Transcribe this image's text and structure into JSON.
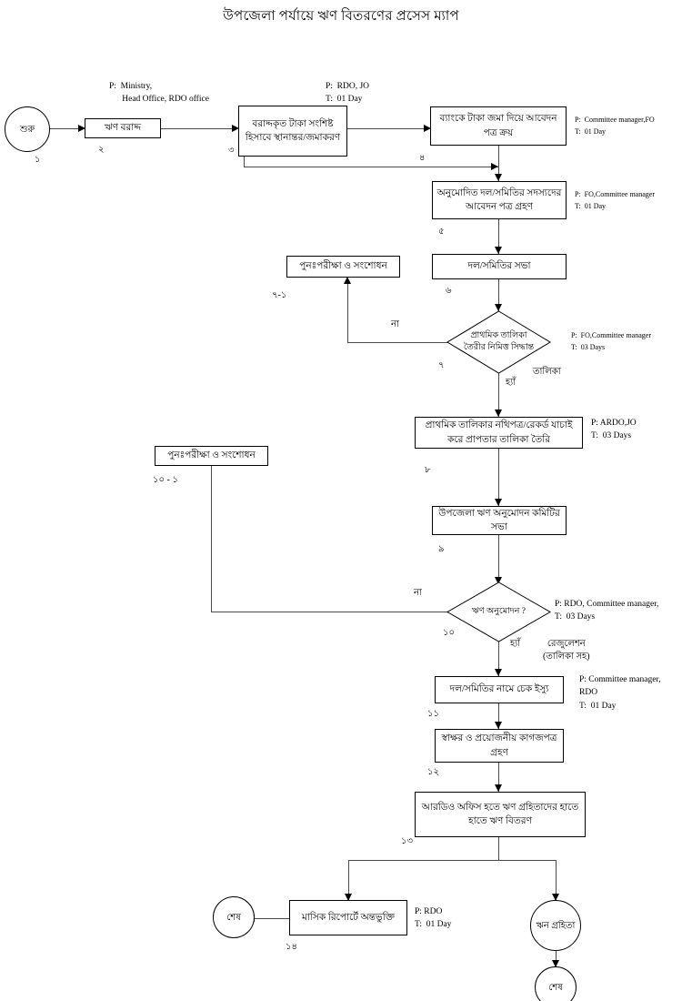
{
  "title": "উপজেলা পর্যায়ে ঋণ বিতরণের প্রসেস ম্যাপ",
  "nodes": {
    "start": {
      "label": "শুরু",
      "num": "১"
    },
    "box2": {
      "label": "ঋণ বরাদ্দ",
      "num": "২"
    },
    "box3": {
      "label": "বরাদ্দকৃত টাকা সংশিষ্ট হিসাবে স্থানান্তর/জমাকরণ",
      "num": "৩"
    },
    "box4": {
      "label": "ব্যাংকে টাকা জমা দিয়ে আবেদন পত্র ক্রয়",
      "num": "৪"
    },
    "box5": {
      "label": "অনুমোদিত দল/সমিতির সদস্যদের আবেদন পত্র গ্রহণ",
      "num": "৫"
    },
    "box6": {
      "label": "দল/সমিতির সভা",
      "num": "৬"
    },
    "box7_1": {
      "label": "পুনঃপরীক্ষা ও সংশোধন",
      "num": "৭-১"
    },
    "diamond7": {
      "label": "প্রাথমিক তালিকা তৈরীর নিমিত্ত সিদ্ধান্ত",
      "num": "৭"
    },
    "box8": {
      "label": "প্রাথমিক তালিকার নথিপত্র/রেকর্ড যাচাই করে প্রাপতার তালিকা তৈরি",
      "num": "৮"
    },
    "box9": {
      "label": "উপজেলা ঋণ অনুমোদন কমিটির সভা",
      "num": "৯"
    },
    "box10_1": {
      "label": "পুনঃপরীক্ষা ও সংশোধন",
      "num": "১০ - ১"
    },
    "diamond10": {
      "label": "ঋণ অনুমোদন ?",
      "num": "১০"
    },
    "box11": {
      "label": "দল/সমিতির নামে চেক ইস্যু",
      "num": "১১"
    },
    "box12": {
      "label": "স্বাক্ষর ও প্রয়োজনীয় কাগজপত্র গ্রহণ",
      "num": "১২"
    },
    "box13": {
      "label": "আরডিও অফিস হতে ঋণ  গ্রহিতাদের হাতে হাতে ঋণ  বিতরণ",
      "num": "১৩"
    },
    "box14": {
      "label": "মাসিক রিপোর্টে অন্তভুক্তি",
      "num": "১৪"
    },
    "end_left": {
      "label": "শেষ"
    },
    "borrower": {
      "label": "ঋন গ্রহিতা"
    },
    "end_bottom": {
      "label": "শেষ"
    }
  },
  "annotations": {
    "a2": "P:  Ministry,\n      Head Office, RDO office",
    "a3": "P:  RDO, JO\nT:  01 Day",
    "a4": "P:  Committee manager,FO\nT:  01 Day",
    "a5": "P:  FO,Committee manager\nT:  01 Day",
    "a7": "P:  FO,Committee manager\nT:  03 Days",
    "a8": "P: ARDO,JO\nT:  03 Days",
    "a10": "P: RDO, Committee manager,\nT:  03 Days",
    "a11": "P: Committee manager,\nRDO\nT:  01 Day",
    "a14": "P: RDO\nT:  01 Day"
  },
  "branch_labels": {
    "no7": "না",
    "yes7": "হ্যাঁ",
    "list7": "তালিকা",
    "no10": "না",
    "yes10": "হ্যাঁ",
    "resolution10": "রেজুলেশন\n(তালিকা সহ)"
  },
  "chart_data": {
    "type": "flowchart",
    "title": "উপজেলা পর্যায়ে ঋণ বিতরণের প্রসেস ম্যাপ",
    "steps": [
      {
        "id": "১",
        "shape": "terminator",
        "text": "শুরু"
      },
      {
        "id": "২",
        "shape": "process",
        "text": "ঋণ বরাদ্দ",
        "actor": "Ministry, Head Office, RDO office",
        "time": ""
      },
      {
        "id": "৩",
        "shape": "process",
        "text": "বরাদ্দকৃত টাকা সংশিষ্ট হিসাবে স্থানান্তর/জমাকরণ",
        "actor": "RDO, JO",
        "time": "01 Day"
      },
      {
        "id": "৪",
        "shape": "process",
        "text": "ব্যাংকে টাকা জমা দিয়ে আবেদন পত্র ক্রয়",
        "actor": "Committee manager,FO",
        "time": "01 Day"
      },
      {
        "id": "৫",
        "shape": "process",
        "text": "অনুমোদিত দল/সমিতির সদস্যদের আবেদন পত্র গ্রহণ",
        "actor": "FO,Committee manager",
        "time": "01 Day"
      },
      {
        "id": "৬",
        "shape": "process",
        "text": "দল/সমিতির সভা",
        "actor": "",
        "time": ""
      },
      {
        "id": "৭",
        "shape": "decision",
        "text": "প্রাথমিক তালিকা তৈরীর নিমিত্ত সিদ্ধান্ত",
        "actor": "FO,Committee manager",
        "time": "03 Days",
        "yes": "তালিকা",
        "no": "৭-১"
      },
      {
        "id": "৭-১",
        "shape": "process",
        "text": "পুনঃপরীক্ষা ও সংশোধন",
        "actor": "",
        "time": ""
      },
      {
        "id": "৮",
        "shape": "process",
        "text": "প্রাথমিক তালিকার নথিপত্র/রেকর্ড যাচাই করে প্রাপতার তালিকা তৈরি",
        "actor": "ARDO,JO",
        "time": "03 Days"
      },
      {
        "id": "৯",
        "shape": "process",
        "text": "উপজেলা ঋণ অনুমোদন কমিটির সভা",
        "actor": "",
        "time": ""
      },
      {
        "id": "১০",
        "shape": "decision",
        "text": "ঋণ অনুমোদন ?",
        "actor": "RDO, Committee manager",
        "time": "03 Days",
        "yes": "রেজুলেশন (তালিকা সহ)",
        "no": "১০ - ১"
      },
      {
        "id": "১০ - ১",
        "shape": "process",
        "text": "পুনঃপরীক্ষা ও সংশোধন",
        "actor": "",
        "time": ""
      },
      {
        "id": "১১",
        "shape": "process",
        "text": "দল/সমিতির নামে চেক ইস্যু",
        "actor": "Committee manager, RDO",
        "time": "01 Day"
      },
      {
        "id": "১২",
        "shape": "process",
        "text": "স্বাক্ষর ও প্রয়োজনীয় কাগজপত্র গ্রহণ",
        "actor": "",
        "time": ""
      },
      {
        "id": "১৩",
        "shape": "process",
        "text": "আরডিও অফিস হতে ঋণ গ্রহিতাদের হাতে হাতে ঋণ বিতরণ",
        "actor": "",
        "time": ""
      },
      {
        "id": "১৪",
        "shape": "process",
        "text": "মাসিক রিপোর্টে অন্তভুক্তি",
        "actor": "RDO",
        "time": "01 Day"
      },
      {
        "id": "",
        "shape": "terminator",
        "text": "শেষ"
      },
      {
        "id": "",
        "shape": "terminator",
        "text": "ঋন গ্রহিতা"
      },
      {
        "id": "",
        "shape": "terminator",
        "text": "শেষ"
      }
    ]
  }
}
